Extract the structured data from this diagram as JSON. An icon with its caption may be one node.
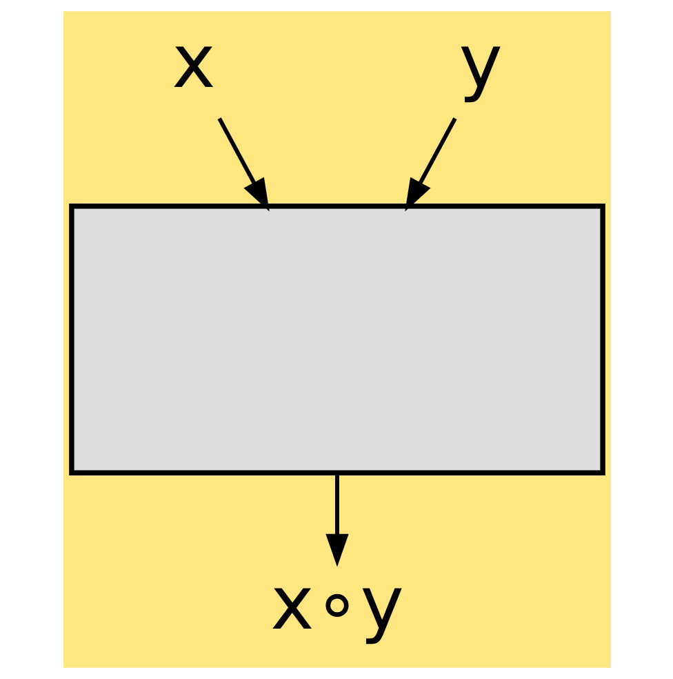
{
  "diagram": {
    "nodes": [
      {
        "text": [
          "x"
        ]
      },
      {
        "text": [
          "y"
        ]
      },
      {
        "text": [],
        "shape": "box"
      },
      {
        "text": [
          "x∘y"
        ]
      }
    ],
    "edges": [
      {
        "from": 0,
        "to": 2,
        "arrow": "to"
      },
      {
        "from": 1,
        "to": 2,
        "arrow": "to"
      },
      {
        "from": 2,
        "to": 3,
        "arrow": "to"
      }
    ]
  }
}
